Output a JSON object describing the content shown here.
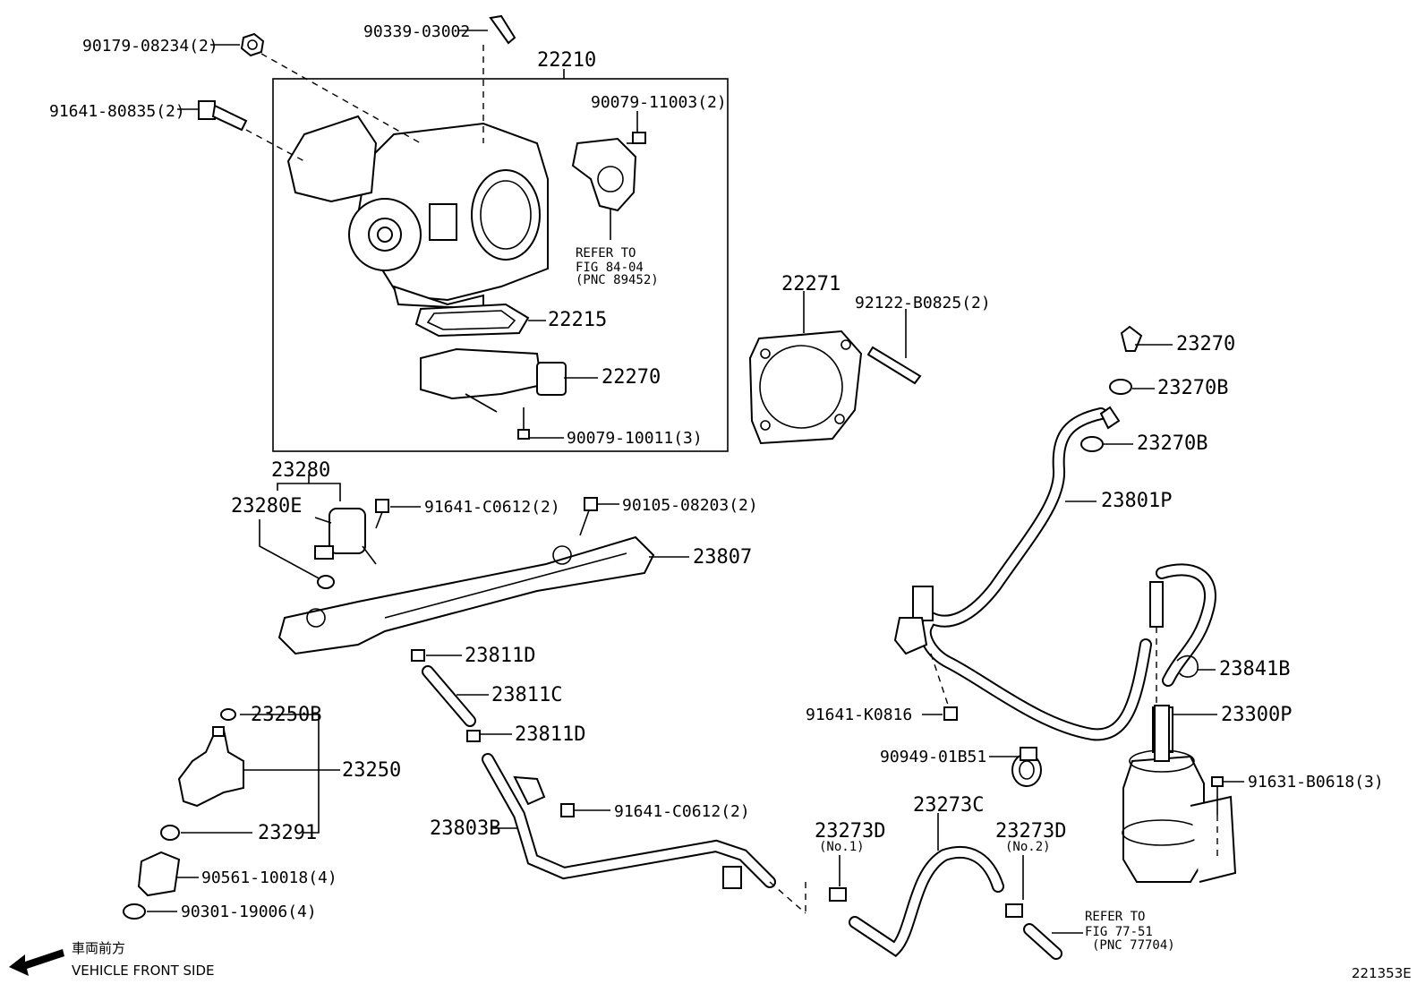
{
  "diagram_code": "221353E",
  "legend": {
    "japanese": "車両前方",
    "english": "VEHICLE FRONT SIDE"
  },
  "parts": {
    "p22210": "22210",
    "p90339": "90339-03002",
    "p90179": "90179-08234(2)",
    "p91641_80835": "91641-80835(2)",
    "p90079_11003": "90079-11003(2)",
    "p22215": "22215",
    "p22270": "22270",
    "p90079_10011": "90079-10011(3)",
    "p22271": "22271",
    "p92122": "92122-B0825(2)",
    "p23270": "23270",
    "p23270B_1": "23270B",
    "p23270B_2": "23270B",
    "p23801P": "23801P",
    "p23280": "23280",
    "p23280E": "23280E",
    "p91641_C0612_a": "91641-C0612(2)",
    "p90105": "90105-08203(2)",
    "p23807": "23807",
    "p23811D_1": "23811D",
    "p23811C": "23811C",
    "p23811D_2": "23811D",
    "p23250B": "23250B",
    "p23250": "23250",
    "p23291": "23291",
    "p90561": "90561-10018(4)",
    "p90301": "90301-19006(4)",
    "p23803B": "23803B",
    "p91641_C0612_b": "91641-C0612(2)",
    "p91641_K0816": "91641-K0816",
    "p90949": "90949-01B51",
    "p23841B": "23841B",
    "p23300P": "23300P",
    "p91631": "91631-B0618(3)",
    "p23273D_1": "23273D",
    "p23273D_1_sub": "(No.1)",
    "p23273C": "23273C",
    "p23273D_2": "23273D",
    "p23273D_2_sub": "(No.2)"
  },
  "references": {
    "ref1": {
      "line1": "REFER TO",
      "line2": "FIG 84-04",
      "line3": "(PNC 89452)"
    },
    "ref2": {
      "line1": "REFER TO",
      "line2": "FIG 77-51",
      "line3": "(PNC 77704)"
    }
  }
}
